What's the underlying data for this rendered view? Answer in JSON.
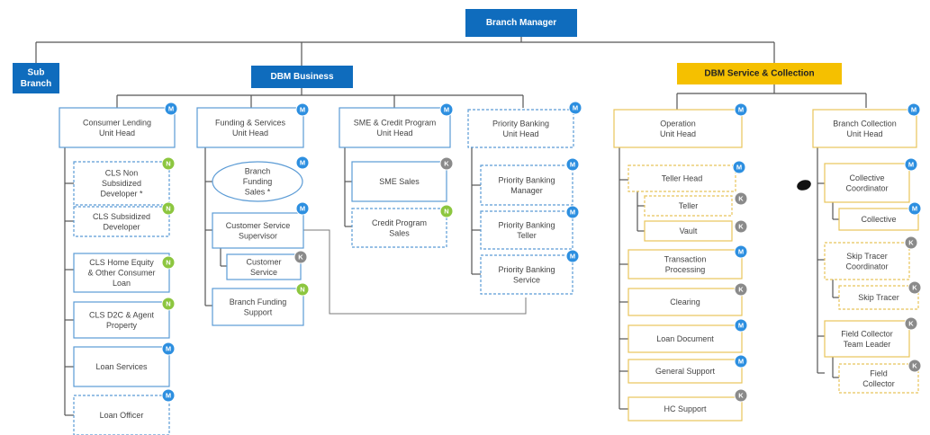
{
  "header": {
    "branch_manager": "Branch Manager",
    "sub_branch": [
      "Sub",
      "Branch"
    ],
    "dbm_business": "DBM Business",
    "dbm_service": "DBM Service & Collection"
  },
  "badge_letters": {
    "m": "M",
    "n": "N",
    "k": "K"
  },
  "colors": {
    "header_blue": "#0f6cbd",
    "header_gold": "#f5c000",
    "box_blue": "#5b9bd5",
    "box_gold": "#e8c45a",
    "line": "#555555",
    "badge_blue": "#2d8fe0",
    "badge_green": "#8cc63f",
    "badge_gray": "#8a8a8a"
  },
  "units": {
    "consumer_lending": {
      "head": [
        "Consumer Lending",
        "Unit Head"
      ],
      "items": [
        [
          "CLS Non",
          "Subsidized",
          "Developer *"
        ],
        [
          "CLS Subsidized",
          "Developer"
        ],
        [
          "CLS Home Equity",
          "& Other Consumer",
          "Loan"
        ],
        [
          "CLS D2C & Agent",
          "Property"
        ],
        [
          "Loan Services"
        ],
        [
          "Loan Officer"
        ]
      ]
    },
    "funding_services": {
      "head": [
        "Funding & Services",
        "Unit Head"
      ],
      "branch_funding_sales": [
        "Branch",
        "Funding",
        "Sales *"
      ],
      "cs_supervisor": [
        "Customer Service",
        "Supervisor"
      ],
      "customer_service": [
        "Customer",
        "Service"
      ],
      "branch_funding_support": [
        "Branch Funding",
        "Support"
      ]
    },
    "sme_credit": {
      "head": [
        "SME & Credit Program",
        "Unit Head"
      ],
      "items": [
        [
          "SME Sales"
        ],
        [
          "Credit Program",
          "Sales"
        ]
      ]
    },
    "priority_banking": {
      "head": [
        "Priority Banking",
        "Unit Head"
      ],
      "items": [
        [
          "Priority Banking",
          "Manager"
        ],
        [
          "Priority Banking",
          "Teller"
        ],
        [
          "Priority Banking",
          "Service"
        ]
      ]
    },
    "operation": {
      "head": [
        "Operation",
        "Unit Head"
      ],
      "teller_head": [
        "Teller Head"
      ],
      "teller": [
        "Teller"
      ],
      "vault": [
        "Vault"
      ],
      "items": [
        [
          "Transaction",
          "Processing"
        ],
        [
          "Clearing"
        ],
        [
          "Loan Document"
        ],
        [
          "General Support"
        ],
        [
          "HC Support"
        ]
      ]
    },
    "collection": {
      "head": [
        "Branch Collection",
        "Unit Head"
      ],
      "collective_coordinator": [
        "Collective",
        "Coordinator"
      ],
      "collective": [
        "Collective"
      ],
      "skip_tracer_coordinator": [
        "Skip Tracer",
        "Coordinator"
      ],
      "skip_tracer": [
        "Skip Tracer"
      ],
      "field_collector_leader": [
        "Field Collector",
        "Team Leader"
      ],
      "field_collector": [
        "Field",
        "Collector"
      ]
    }
  }
}
